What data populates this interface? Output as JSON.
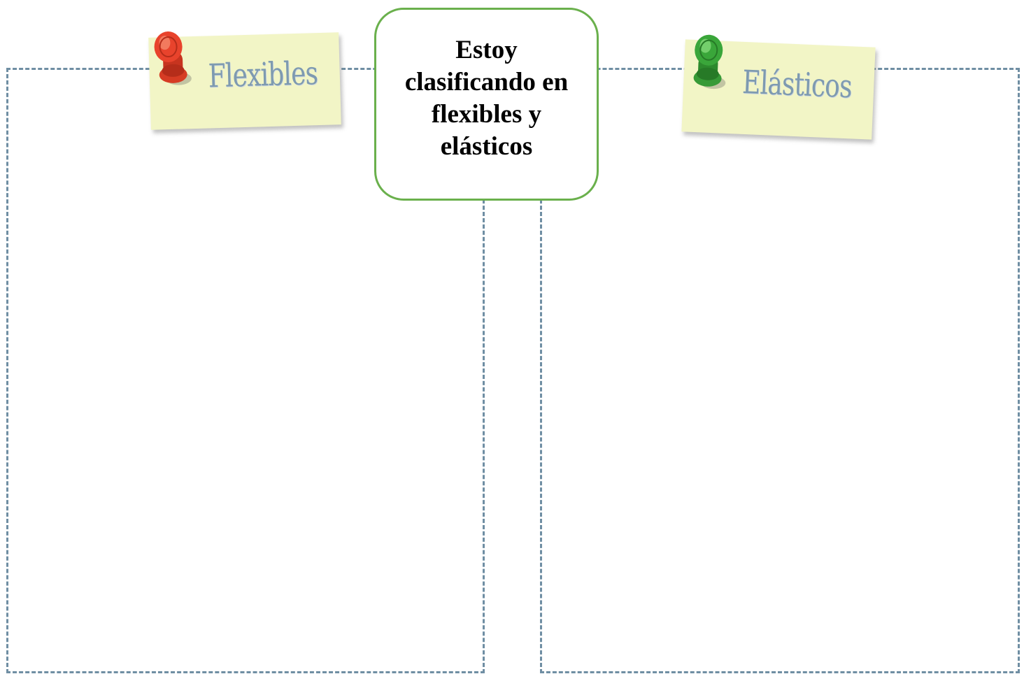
{
  "title_box": {
    "text": "Estoy clasificando en flexibles y elásticos"
  },
  "categories": [
    {
      "label": "Flexibles",
      "pin_color": "#e8432c",
      "pin_icon": "red-pushpin-icon"
    },
    {
      "label": "Elásticos",
      "pin_color": "#3aa63a",
      "pin_icon": "green-pushpin-icon"
    }
  ],
  "colors": {
    "dashed_border": "#6f8ea3",
    "note_paper": "#f2f5c6",
    "title_box_border": "#6ab04c",
    "note_text": "#7e9ab0"
  }
}
